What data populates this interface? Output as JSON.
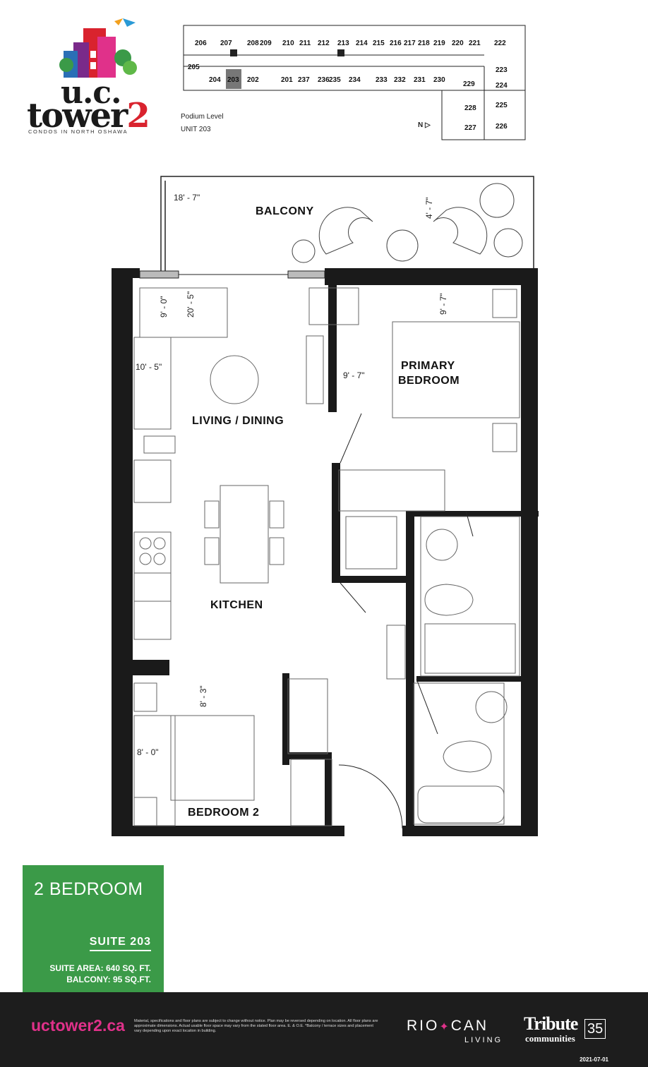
{
  "brand": {
    "logo_uc": "u.c.",
    "logo_tower": "tower",
    "logo_number": "2",
    "logo_tagline": "CONDOS IN NORTH OSHAWA"
  },
  "keyplan": {
    "level": "Podium Level",
    "unit": "UNIT 203",
    "north": "N",
    "units_top": [
      "206",
      "207",
      "208",
      "209",
      "210",
      "211",
      "212",
      "213",
      "214",
      "215",
      "216",
      "217",
      "218",
      "219",
      "220",
      "221",
      "222"
    ],
    "units_bottom": [
      "205",
      "204",
      "203",
      "202",
      "201",
      "237",
      "236",
      "235",
      "234",
      "233",
      "232",
      "231",
      "230",
      "229",
      "228",
      "227",
      "226",
      "225",
      "224",
      "223"
    ]
  },
  "plan": {
    "rooms": {
      "balcony": "BALCONY",
      "living": "LIVING / DINING",
      "primary_line1": "PRIMARY",
      "primary_line2": "BEDROOM",
      "kitchen": "KITCHEN",
      "bedroom2": "BEDROOM 2"
    },
    "dims": {
      "balcony_w": "18' - 7\"",
      "balcony_d": "4' - 7\"",
      "living_d": "9' - 0\"",
      "living_l": "20' - 5\"",
      "living_w": "10' - 5\"",
      "primary_w": "9' - 7\"",
      "primary_d": "9' - 7\"",
      "bed2_w": "8' - 3\"",
      "bed2_d": "8' - 0\""
    }
  },
  "suite": {
    "type": "2 BEDROOM",
    "name": "SUITE 203",
    "area": "SUITE AREA: 640 SQ. FT.",
    "balcony": "BALCONY: 95 SQ.FT."
  },
  "footer": {
    "url": "uctower2.ca",
    "disclaimer": "Material, specifications and floor plans are subject to change without notice. Plan may be reversed depending on location. All floor plans are approximate dimensions. Actual usable floor space may vary from the stated floor area. E. & O.E. *Balcony / terrace sizes and placement vary depending upon exact location in building.",
    "rio_a": "RIO",
    "rio_b": "CAN",
    "living": "LIVING",
    "tribute": "Tribute",
    "communities": "communities",
    "years": "35",
    "date": "2021-07-01"
  },
  "colors": {
    "green": "#3b9a48",
    "footer_bg": "#1d1d1d",
    "accent_pink": "#e0318a",
    "logo_red": "#d9232e"
  }
}
